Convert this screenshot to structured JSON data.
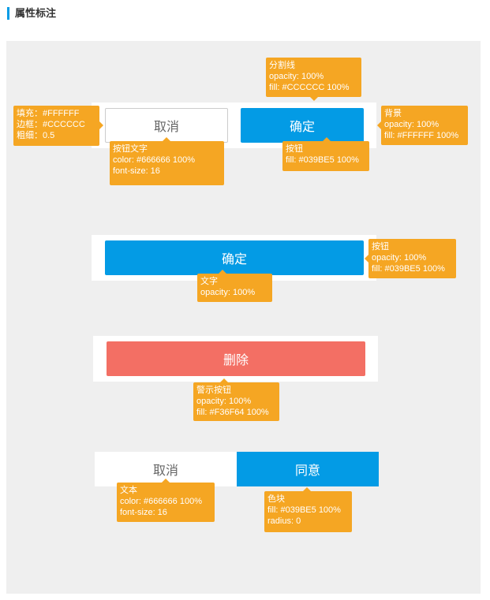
{
  "title": "属性标注",
  "colors": {
    "accent": "#039BE5",
    "danger": "#F36F64",
    "annotation": "#F5A623",
    "text": "#666666",
    "border": "#CCCCCC",
    "canvas": "#EFEFEF"
  },
  "example1": {
    "cancel_label": "取消",
    "confirm_label": "确定",
    "notes": {
      "divider": [
        "分割线",
        "opacity: 100%",
        "fill: #CCCCCC 100%"
      ],
      "outline": [
        "填充：#FFFFFF",
        "边框：#CCCCCC",
        "粗细：0.5"
      ],
      "background": [
        "背景",
        "opacity: 100%",
        "fill: #FFFFFF 100%"
      ],
      "button_text": [
        "按钮文字",
        "color: #666666 100%",
        "font-size: 16"
      ],
      "button": [
        "按钮",
        "fill: #039BE5 100%"
      ]
    }
  },
  "example2": {
    "confirm_label": "确定",
    "notes": {
      "button": [
        "按钮",
        "opacity: 100%",
        "fill: #039BE5 100%"
      ],
      "text": [
        "文字",
        "opacity: 100%"
      ]
    }
  },
  "example3": {
    "delete_label": "删除",
    "notes": {
      "warning_button": [
        "警示按钮",
        "opacity: 100%",
        "fill: #F36F64 100%"
      ]
    }
  },
  "example4": {
    "cancel_label": "取消",
    "agree_label": "同意",
    "notes": {
      "text": [
        "文本",
        "color: #666666 100%",
        "font-size: 16"
      ],
      "block": [
        "色块",
        "fill: #039BE5 100%",
        "radius: 0"
      ]
    }
  }
}
